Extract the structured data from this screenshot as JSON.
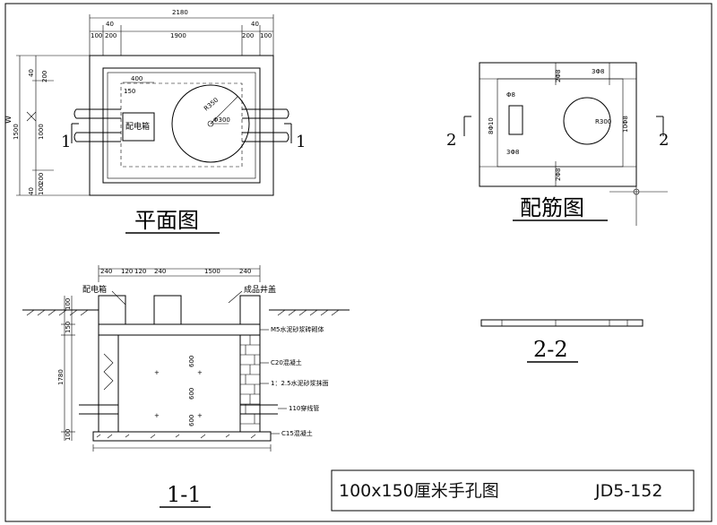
{
  "plan": {
    "title": "平面图",
    "dim_total": "2180",
    "dim_40_left": "40",
    "dim_40_right": "40",
    "dim_100_l": "100",
    "dim_200_l": "200",
    "dim_1900": "1900",
    "dim_200_r": "200",
    "dim_100_r": "100",
    "v_40_top": "40",
    "v_200_top": "200",
    "v_1000": "1000",
    "v_1500": "1500",
    "v_200_bot": "200",
    "v_100_bot": "100",
    "v_40_bot": "40",
    "v_w": "W",
    "section_left": "1",
    "section_right": "1",
    "box_label": "配电箱",
    "box_w": "400",
    "box_h": "150",
    "radius": "R350",
    "diameter": "Φ300"
  },
  "rebar": {
    "title": "配筋图",
    "section_left": "2",
    "section_right": "2",
    "top_a": "2Φ8",
    "top_b": "3Φ8",
    "phi8": "Φ8",
    "left_dim": "8Φ10",
    "r300": "R300",
    "right_dim": "10Φ8",
    "bot_a": "3Φ8",
    "bot_b": "2Φ8"
  },
  "sec22": {
    "title": "2-2"
  },
  "sec11": {
    "title": "1-1",
    "label_box": "配电箱",
    "label_cover": "成品井盖",
    "label_masonry": "M5水泥砂浆砖砌体",
    "label_c20": "C20混凝土",
    "label_mortar": "1：2.5水泥砂浆抹面",
    "label_pipe": "110穿线管",
    "label_c15": "C15混凝土",
    "top_dims": [
      "240",
      "120",
      "120",
      "240",
      "1500",
      "240"
    ],
    "left_dims": [
      "100",
      "150",
      "100",
      "1780"
    ],
    "inner_dims": [
      "600",
      "600",
      "600"
    ]
  },
  "title_block": {
    "title": "100x150厘米手孔图",
    "code": "JD5-152"
  }
}
